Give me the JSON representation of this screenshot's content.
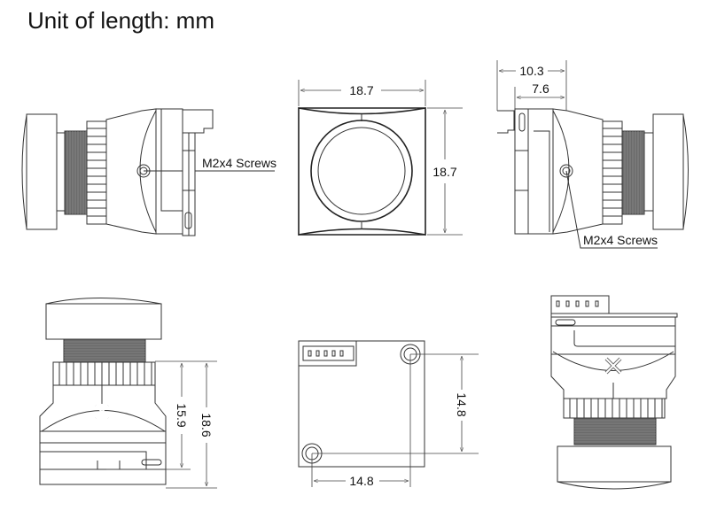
{
  "title": "Unit of length: mm",
  "views": {
    "left_side": {
      "label": "M2x4 Screws"
    },
    "front": {
      "width_label": "18.7",
      "height_label": "18.7"
    },
    "right_side": {
      "overall_label": "10.3",
      "partial_label": "7.6",
      "screw_label": "M2x4 Screws"
    },
    "bottom_front": {
      "inner_height_label": "15.9",
      "outer_height_label": "18.6"
    },
    "back_pcb": {
      "vertical_hole_spacing_label": "14.8",
      "horizontal_hole_spacing_label": "14.8",
      "connector_pins": 5
    },
    "top_rear": {}
  },
  "colors": {
    "line": "#333333",
    "background": "#ffffff",
    "thread": "#555555"
  }
}
